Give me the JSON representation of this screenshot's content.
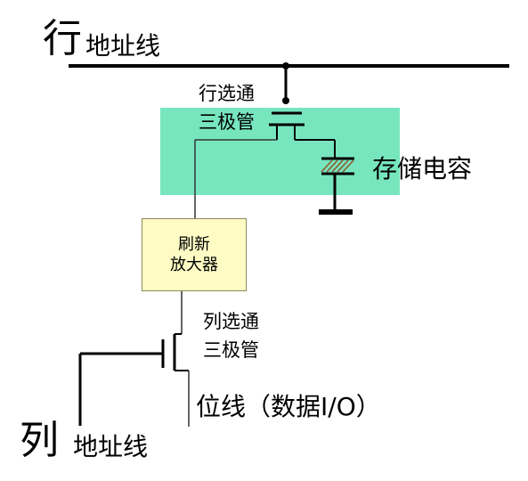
{
  "row_address": {
    "char": "行",
    "text": "地址线"
  },
  "row_select_transistor": {
    "line1": "行选通",
    "line2": "三极管"
  },
  "storage_capacitor": {
    "label": "存储电容"
  },
  "refresh_amplifier": {
    "line1": "刷新",
    "line2": "放大器"
  },
  "column_select_transistor": {
    "line1": "列选通",
    "line2": "三极管"
  },
  "bit_line": {
    "label": "位线（数据I/O）"
  },
  "column_address": {
    "char": "列",
    "text": "地址线"
  },
  "colors": {
    "cell_region": "#77e6bf",
    "amplifier_fill": "#fefcc4",
    "capacitor_hatch": "#8b5a2b",
    "wire": "#000000"
  }
}
